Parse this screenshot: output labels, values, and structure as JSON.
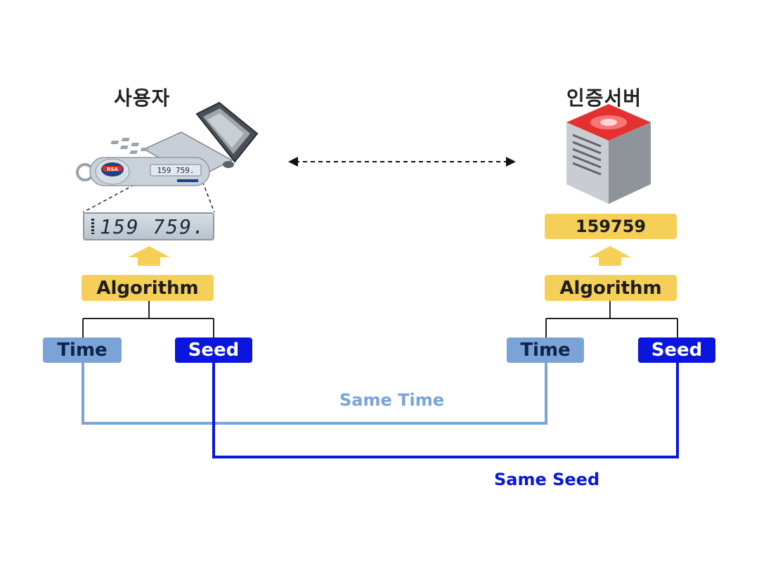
{
  "user": {
    "title": "사용자",
    "token_display": "159 759.",
    "algorithm_label": "Algorithm",
    "time_label": "Time",
    "seed_label": "Seed"
  },
  "server": {
    "title": "인증서버",
    "code": "159759",
    "algorithm_label": "Algorithm",
    "time_label": "Time",
    "seed_label": "Seed"
  },
  "links": {
    "same_time_label": "Same Time",
    "same_seed_label": "Same Seed"
  },
  "token_brand": "RSA",
  "colors": {
    "algorithm_box": "#f6cf58",
    "time_box": "#7aa4d8",
    "seed_box": "#0a16dd",
    "same_time_line": "#7aa4d8",
    "same_seed_line": "#0a16dd",
    "arrow_up": "#f6cf58",
    "server_top": "#e53030"
  },
  "icons": [
    "rsa-token-icon",
    "pda-device-icon",
    "server-icon",
    "double-arrow-icon"
  ]
}
